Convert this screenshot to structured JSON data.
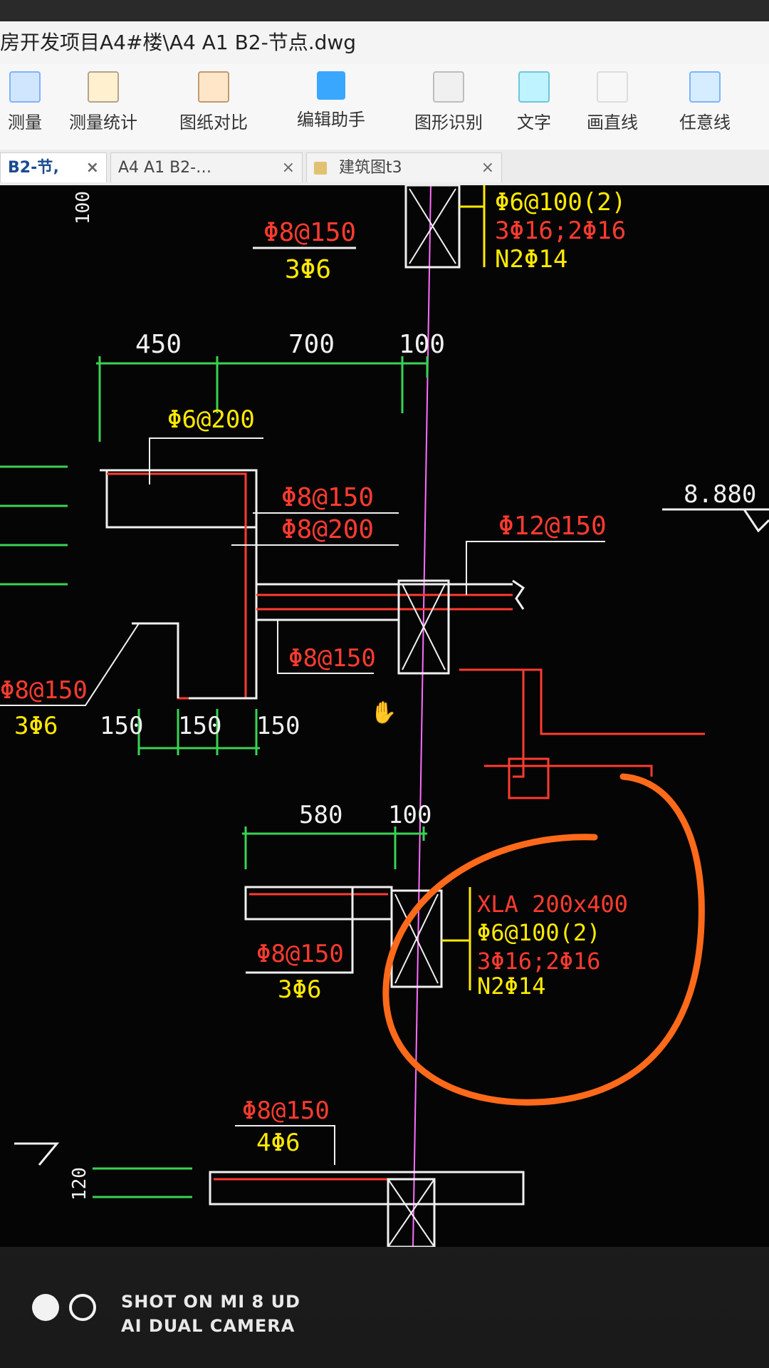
{
  "window": {
    "title": "房开发项目A4#楼\\A4  A1  B2-节点.dwg"
  },
  "toolbar": {
    "items": [
      {
        "label": "测量",
        "icon": "measure-icon"
      },
      {
        "label": "测量统计",
        "icon": "measure-stats-icon"
      },
      {
        "label": "图纸对比",
        "icon": "compare-icon"
      },
      {
        "label": "编辑助手",
        "icon": "edit-assistant-icon"
      },
      {
        "label": "图形识别",
        "icon": "shape-recognition-icon"
      },
      {
        "label": "文字",
        "icon": "text-icon"
      },
      {
        "label": "画直线",
        "icon": "line-icon"
      },
      {
        "label": "任意线",
        "icon": "freehand-line-icon"
      }
    ]
  },
  "tabs": [
    {
      "label": "B2-节‚",
      "close": "×",
      "active": true
    },
    {
      "label": "A4   A1  B2-…",
      "close": "×",
      "active": false
    },
    {
      "label": "建筑图t3",
      "close": "×",
      "active": false
    }
  ],
  "drawing": {
    "dims_top": [
      "450",
      "700",
      "100"
    ],
    "dims_mid": [
      "150",
      "150",
      "150"
    ],
    "dims_lower": [
      "580",
      "100"
    ],
    "elev": "8.880",
    "dim_side_top": "100",
    "dim_side_bottom": "120",
    "labels": {
      "top_red": "Φ8@150",
      "top_yellow": "3Φ6",
      "beam_top_1": "Φ6@100(2)",
      "beam_top_2": "3Φ16;2Φ16",
      "beam_top_3": "N2Φ14",
      "stirrup_200": "Φ6@200",
      "slab_150": "Φ8@150",
      "slab_200": "Φ8@200",
      "right_150": "Φ12@150",
      "bottom_slab": "Φ8@150",
      "left_red": "Φ8@150",
      "left_yellow": "3Φ6",
      "lower_red": "Φ8@150",
      "lower_yellow": "3Φ6",
      "xla_1": "XLA 200x400",
      "xla_2": "Φ6@100(2)",
      "xla_3": "3Φ16;2Φ16",
      "xla_4": "N2Φ14",
      "bottom_red": "Φ8@150",
      "bottom_yellow": "4Φ6"
    }
  },
  "watermark": {
    "line1": "SHOT ON MI 8 UD",
    "line2": "AI DUAL CAMERA"
  },
  "colors": {
    "cad_red": "#ff3b30",
    "cad_yellow": "#ffea00",
    "cad_green": "#39d353",
    "cad_white": "#f0f0f0",
    "cad_magenta": "#ff6cff",
    "annotation_orange": "#ff6a1a"
  }
}
